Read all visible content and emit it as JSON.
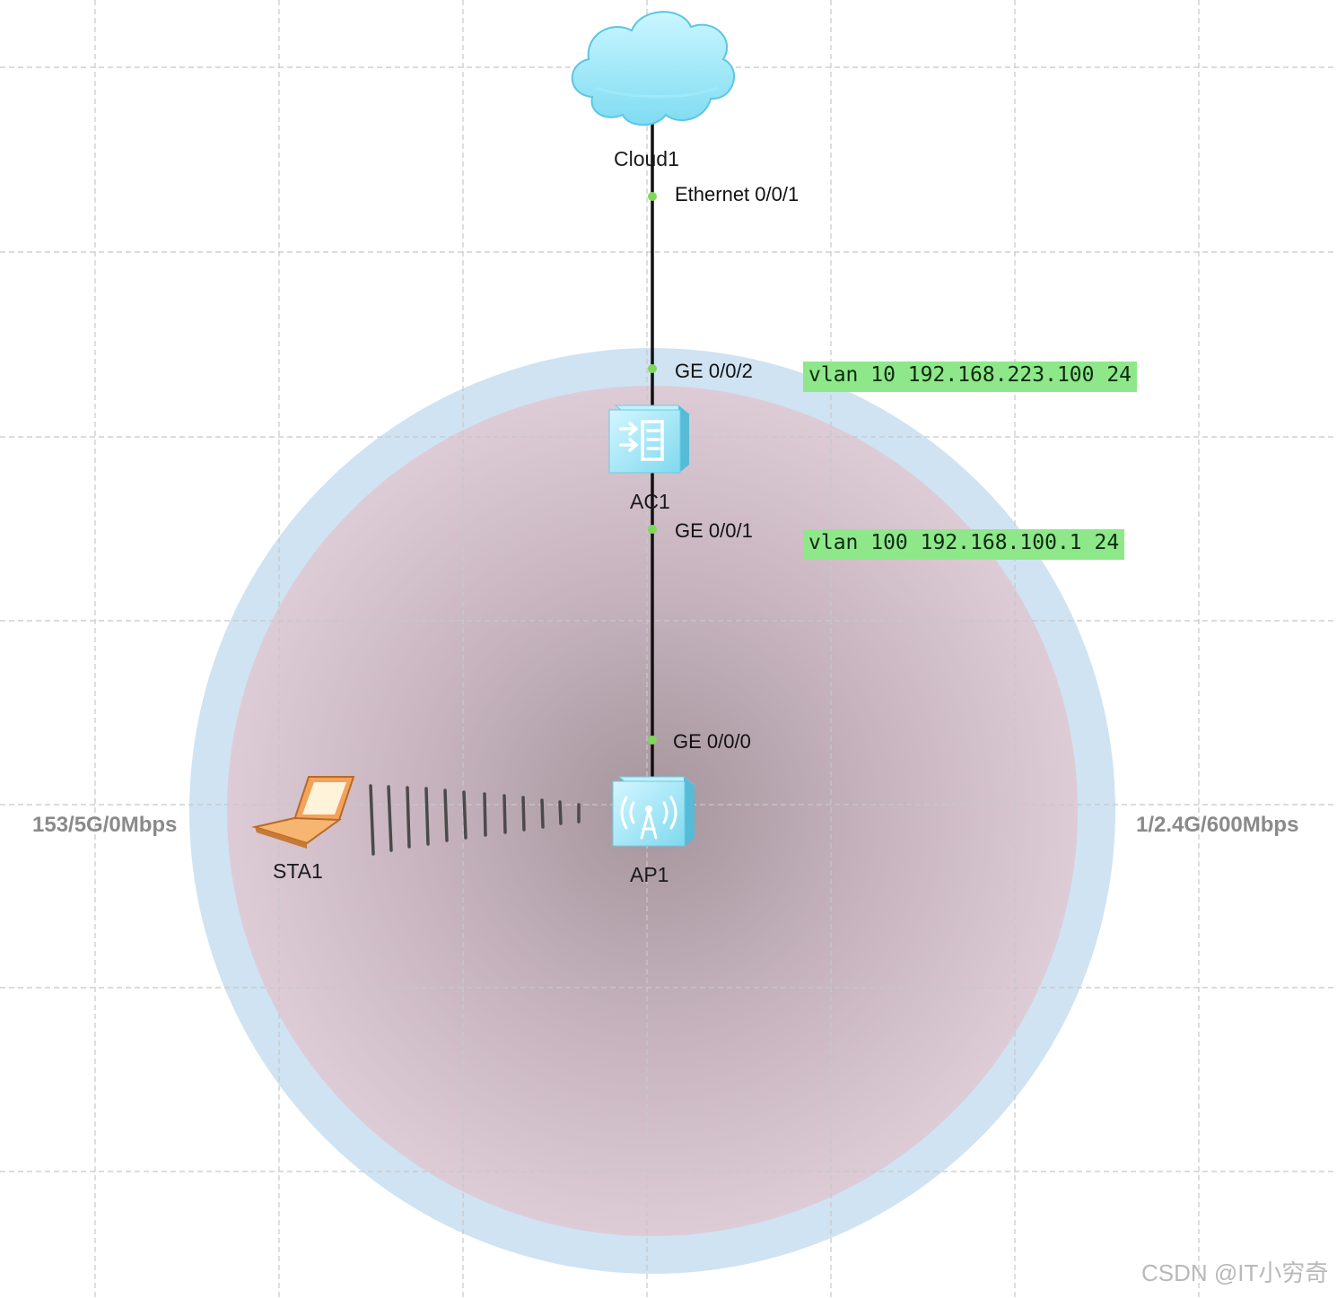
{
  "devices": {
    "cloud": {
      "label": "Cloud1",
      "icon": "cloud-icon"
    },
    "ac": {
      "label": "AC1",
      "icon": "access-controller-icon"
    },
    "ap": {
      "label": "AP1",
      "icon": "access-point-icon"
    },
    "sta": {
      "label": "STA1",
      "icon": "laptop-icon"
    }
  },
  "ports": {
    "cloud_eth": "Ethernet 0/0/1",
    "ac_ge2": "GE 0/0/2",
    "ac_ge1": "GE 0/0/1",
    "ap_ge0": "GE 0/0/0"
  },
  "notes": {
    "vlan10": "vlan 10 192.168.223.100 24",
    "vlan100": "vlan 100 192.168.100.1 24"
  },
  "radio": {
    "left_rate": "153/5G/0Mbps",
    "right_rate": "1/2.4G/600Mbps"
  },
  "watermark": "CSDN @IT小穷奇",
  "colors": {
    "outer_coverage": "#cfe3f2",
    "inner_coverage": "#d9c6d2",
    "inner_center": "#a8979e",
    "link": "#111111",
    "port_dot": "#7ed957",
    "note_bg": "#8ee88a",
    "grid": "#c8c8c8",
    "device_blue": "#8fe3f5",
    "laptop_orange": "#f3a35c"
  }
}
